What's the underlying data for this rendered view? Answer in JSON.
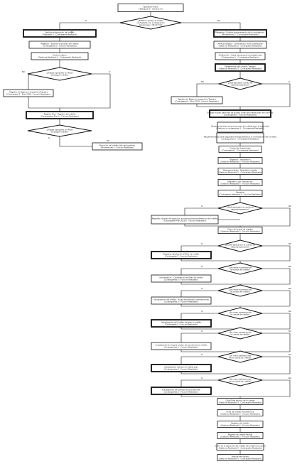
{
  "diagram": {
    "colors": {
      "stroke": "#111111",
      "fill": "#ffffff",
      "background": "#ffffff",
      "text": "#1a1a1a"
    },
    "nodes": [
      {
        "id": "n00",
        "type": "box",
        "lines": [
          "Aplicativo móvil",
          "(Trabajado 5 - Cerrado el)"
        ]
      },
      {
        "id": "d01",
        "type": "decision",
        "lines": [
          "¿El Banco aprobó el crédito",
          "contraparte con la integración",
          "del proceso 1 (M-47-74)?"
        ]
      },
      {
        "id": "n02",
        "type": "box",
        "thick": true,
        "lines": [
          "Verificar información del crédito",
          "(Trabajado 5 - Contraparte Realizado)"
        ]
      },
      {
        "id": "n03",
        "type": "box",
        "lines": [
          "Registrar - Evaluar el proceso del crédito",
          "(Contrapartes 5 - Función Realizada)"
        ]
      },
      {
        "id": "n04",
        "type": "box",
        "lines": [
          "Control interno",
          "(Gestiona Realizado 5 - Contraparte Realizado)"
        ]
      },
      {
        "id": "d05",
        "type": "decision",
        "lines": [
          "¿Trabajo apropiado sin Plazo",
          "del pagaré crédito?"
        ]
      },
      {
        "id": "n06",
        "type": "box",
        "lines": [
          "Registro de Bajas por Impresión (Trabajo)",
          "(Contraparte 5 - Plan 2018 - Función Realizado)"
        ]
      },
      {
        "id": "n07",
        "type": "box",
        "thick": true,
        "lines": [
          "Registro Plan - Registro del crédito",
          "(Contrapartes Plan 5 - Función Realizado)"
        ]
      },
      {
        "id": "d08",
        "type": "decision",
        "lines": [
          "¿Trabajo apropiado sin Plazo",
          "del pagaré crédito?"
        ]
      },
      {
        "id": "n09",
        "type": "box",
        "lines": [
          "Ejecución del crédito del consignatario",
          "(Proveedores 5 - Función Realizado)"
        ]
      },
      {
        "id": "n10",
        "type": "box",
        "thick": true,
        "lines": [
          "Registrar - Entidad requerimiento de la contratación",
          "(Proveedores 5 - Contraparte Realizado)"
        ]
      },
      {
        "id": "n11",
        "type": "box",
        "lines": [
          "Verificar trabajo - Contratación de la contratación",
          "(Gestiona Realizado 5 - Contraparte Realizado)"
        ]
      },
      {
        "id": "n12",
        "type": "box",
        "lines": [
          "Verificación - Actas de personal contrataciones",
          "(Contrapartes 5 - Contraparte Realizado)"
        ]
      },
      {
        "id": "n13",
        "type": "box",
        "thick": true,
        "lines": [
          "Desembolsar del crédito (Trabajo)",
          "(Gestiona Realizado 5 - Contraparte Realizado)"
        ]
      },
      {
        "id": "d14",
        "type": "decision",
        "lines": [
          "¿Será aprobado cuenta de",
          "desembolsamiento?"
        ]
      },
      {
        "id": "n15",
        "type": "box",
        "lines": [
          "Registro de Bajas por Impresión (Trabajo)",
          "(Contraparte 5 - Plan 2018 - Función Realizado)"
        ]
      },
      {
        "id": "n16",
        "type": "box",
        "thick": true,
        "lines": [
          "Evaluar el plan para Plan de acceso o bien del crédito plan del contrato",
          "(Contraparte 5 - Función Realizado)"
        ]
      },
      {
        "id": "n17",
        "type": "box",
        "lines": [
          "Requiere del plan para el proceso del crédito para la seguridad",
          "(Gestiona y contrapartes 5 - Contraparte Realizado)"
        ]
      },
      {
        "id": "n18",
        "type": "box",
        "lines": [
          "Requiere trabajo para seguridad de seguimiento a la contratación del contrato",
          "(Contrapartes 5 - Contraparte Realizado)"
        ]
      },
      {
        "id": "n19",
        "type": "box",
        "lines": [
          "Control de Supervisión",
          "(Contraparte 5 - Contraparte Realizado)"
        ]
      },
      {
        "id": "n20",
        "type": "box",
        "lines": [
          "Registrar - Aprobación",
          "(Gestiona Realizado 5 - Función Realizado)"
        ]
      },
      {
        "id": "n21",
        "type": "box",
        "lines": [
          "Requiere trabajo - Requisito contrato",
          "(Gestiona Realizado 5 - Contraparte Realizado)"
        ]
      },
      {
        "id": "n22",
        "type": "box",
        "lines": [
          "Requiere y que Transacción",
          "(Gestiona Realizado 5 - Función Realizado)"
        ]
      },
      {
        "id": "n23",
        "type": "box",
        "lines": [
          "Registrar",
          "(Contraparte Realizado 5 - Función Realizado)"
        ]
      },
      {
        "id": "d24",
        "type": "decision",
        "lines": [
          "¿Será aprobado la cuenta de",
          "desembolsamiento?"
        ]
      },
      {
        "id": "n25",
        "type": "box",
        "lines": [
          "Registrar bloqueo de plazo por acumulaciones de diferencia del crédito",
          "(Contraparte Plan 2018 5 - Función Realizado)"
        ]
      },
      {
        "id": "n26",
        "type": "box",
        "lines": [
          "Cobro de la guía de registro",
          "(Gestiona Realizado 5 - Función Realizado)"
        ]
      },
      {
        "id": "d27",
        "type": "decision",
        "lines": [
          "¿Existe aprobación la cuenta de",
          "desembolsamiento?"
        ]
      },
      {
        "id": "n28",
        "type": "box",
        "thick": true,
        "lines": [
          "Registrar aprobación al Plan de crédito",
          "(Contraparte 5 - Función Realizado)"
        ]
      },
      {
        "id": "d29",
        "type": "decision",
        "lines": [
          "¿Se recibe el permiso de",
          "la cuenta del crédito?"
        ]
      },
      {
        "id": "n30",
        "type": "box",
        "lines": [
          "Actualización - Contratación del Plan de crédito",
          "(Contrapartes 5 - Función Realizado)"
        ]
      },
      {
        "id": "d31",
        "type": "decision",
        "lines": [
          "¿Se recibe el permiso de",
          "la cuenta del crédito?"
        ]
      },
      {
        "id": "n32",
        "type": "box",
        "lines": [
          "Actualización del crédito - Actas de personal contrataciones",
          "(Contrapartes 5 - Función Realizado)"
        ]
      },
      {
        "id": "d33",
        "type": "decision",
        "lines": [
          "¿Se crean necesarios de",
          "la cuenta de crédito?"
        ]
      },
      {
        "id": "n34",
        "type": "box",
        "thick": true,
        "lines": [
          "Actualización del Crédito del plan al crédito",
          "(Contraparte 5 - Función Realizado)"
        ]
      },
      {
        "id": "d35",
        "type": "decision",
        "lines": [
          "¿Se crean necesarios de",
          "la cuenta de crédito?"
        ]
      },
      {
        "id": "n36",
        "type": "box",
        "lines": [
          "Actualización de la guía al plan de los planes del crédito",
          "(Contrapartes 5 - Función Realizado)"
        ]
      },
      {
        "id": "d37",
        "type": "decision",
        "lines": [
          "¿Se crean estimaciones",
          "de la cuenta de crédito?"
        ]
      },
      {
        "id": "n38",
        "type": "box",
        "thick": true,
        "lines": [
          "Actualización del plan al crédito plan",
          "(Contrapartes 5 - Función Realizado)"
        ]
      },
      {
        "id": "d39",
        "type": "decision",
        "lines": [
          "¿Se crean estimaciones",
          "de la cuenta de crédito?"
        ]
      },
      {
        "id": "n40",
        "type": "box",
        "thick": true,
        "lines": [
          "Actualización del Crédito de Guía del Plan",
          "(Contrapartes 5 - Función Realizado)"
        ]
      },
      {
        "id": "n41",
        "type": "box",
        "lines": [
          "Guía Ficha técnica de la cuenta",
          "(Gestiona Realizado 5 - Contraparte Realizado)"
        ]
      },
      {
        "id": "n42",
        "type": "box",
        "lines": [
          "Ficha del crédito Ficha técnica",
          "(Gestiona Realizado 5 - Función Realizado)"
        ]
      },
      {
        "id": "n43",
        "type": "box",
        "lines": [
          "Registro del crédito",
          "(Gestiona Realizado 5 - Función Realizado)"
        ]
      },
      {
        "id": "n44",
        "type": "box",
        "lines": [
          "Registro de crédito Fechas",
          "(Gestiona Realizado 5 - Función Realizado)"
        ]
      },
      {
        "id": "n45",
        "type": "box",
        "lines": [
          "Cierre en la ejecución del crédito del crédito de cuenta",
          "(Gestiona Realizado 5 - Contraparte Realizado)"
        ]
      },
      {
        "id": "n46",
        "type": "box",
        "lines": [
          "Factura del crédito",
          "(Gestiona Realizado 5 - Contraparte Realizado)"
        ]
      }
    ],
    "edge_labels": [
      {
        "id": "e01",
        "text": "Sí"
      },
      {
        "id": "e02",
        "text": "NO"
      },
      {
        "id": "e03",
        "text": "NO"
      },
      {
        "id": "e04",
        "text": "Sí"
      },
      {
        "id": "e05",
        "text": "Sí"
      },
      {
        "id": "e06",
        "text": "NO"
      },
      {
        "id": "e07",
        "text": "NO"
      },
      {
        "id": "e08",
        "text": "Sí"
      },
      {
        "id": "e09",
        "text": "Sí"
      },
      {
        "id": "e10",
        "text": "NO"
      },
      {
        "id": "e11",
        "text": "Sí"
      },
      {
        "id": "e12",
        "text": "NO"
      },
      {
        "id": "e13",
        "text": "Sí"
      },
      {
        "id": "e14",
        "text": "NO"
      },
      {
        "id": "e15",
        "text": "Sí"
      },
      {
        "id": "e16",
        "text": "NO"
      },
      {
        "id": "e17",
        "text": "Sí"
      },
      {
        "id": "e18",
        "text": "NO"
      },
      {
        "id": "e19",
        "text": "Sí"
      },
      {
        "id": "e20",
        "text": "NO"
      },
      {
        "id": "e21",
        "text": "Sí"
      },
      {
        "id": "e22",
        "text": "NO"
      },
      {
        "id": "e23",
        "text": "Sí"
      },
      {
        "id": "e24",
        "text": "NO"
      },
      {
        "id": "e25",
        "text": "Sí"
      },
      {
        "id": "e26",
        "text": "NO"
      }
    ]
  }
}
